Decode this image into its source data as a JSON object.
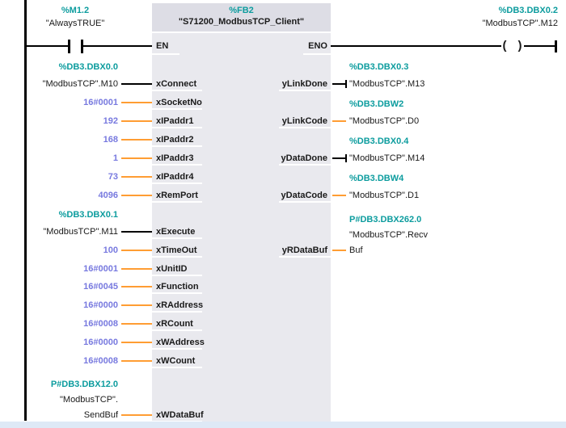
{
  "colors": {
    "address_teal": "#0C9C9E",
    "constant_blue": "#7779DF",
    "wire_orange": "#FF9D33",
    "wire_black": "#000000",
    "block_body": "#E9E9EE",
    "block_header": "#DDDDE5",
    "bottom_strip": "#DEE9F6"
  },
  "contact": {
    "address": "%M1.2",
    "name": "\"AlwaysTRUE\""
  },
  "coil": {
    "address": "%DB3.DBX0.2",
    "name": "\"ModbusTCP\".M12",
    "symbol_open": "(",
    "symbol_close": ")"
  },
  "block": {
    "address": "%FB2",
    "title": "\"S71200_ModbusTCP_Client\"",
    "en_label": "EN",
    "eno_label": "ENO",
    "inputs": [
      {
        "param": "xConnect",
        "address": "%DB3.DBX0.0",
        "operand": "\"ModbusTCP\".M10",
        "wire": "bool"
      },
      {
        "param": "xSocketNo",
        "value": "16#0001",
        "wire": "word"
      },
      {
        "param": "xIPaddr1",
        "value": "192",
        "wire": "word"
      },
      {
        "param": "xIPaddr2",
        "value": "168",
        "wire": "word"
      },
      {
        "param": "xIPaddr3",
        "value": "1",
        "wire": "word"
      },
      {
        "param": "xIPaddr4",
        "value": "73",
        "wire": "word"
      },
      {
        "param": "xRemPort",
        "value": "4096",
        "wire": "word"
      },
      {
        "param": "xExecute",
        "address": "%DB3.DBX0.1",
        "operand": "\"ModbusTCP\".M11",
        "wire": "bool"
      },
      {
        "param": "xTimeOut",
        "value": "100",
        "wire": "word"
      },
      {
        "param": "xUnitID",
        "value": "16#0001",
        "wire": "word"
      },
      {
        "param": "xFunction",
        "value": "16#0045",
        "wire": "word"
      },
      {
        "param": "xRAddress",
        "value": "16#0000",
        "wire": "word"
      },
      {
        "param": "xRCount",
        "value": "16#0008",
        "wire": "word"
      },
      {
        "param": "xWAddress",
        "value": "16#0000",
        "wire": "word"
      },
      {
        "param": "xWCount",
        "value": "16#0008",
        "wire": "word"
      },
      {
        "param": "xWDataBuf",
        "address": "P#DB3.DBX12.0",
        "operand_line1": "\"ModbusTCP\".",
        "operand_line2": "SendBuf",
        "wire": "word"
      }
    ],
    "outputs": [
      {
        "param": "yLinkDone",
        "address": "%DB3.DBX0.3",
        "operand": "\"ModbusTCP\".M13",
        "wire": "bool"
      },
      {
        "param": "yLinkCode",
        "address": "%DB3.DBW2",
        "operand": "\"ModbusTCP\".D0",
        "wire": "word"
      },
      {
        "param": "yDataDone",
        "address": "%DB3.DBX0.4",
        "operand": "\"ModbusTCP\".M14",
        "wire": "bool"
      },
      {
        "param": "yDataCode",
        "address": "%DB3.DBW4",
        "operand": "\"ModbusTCP\".D1",
        "wire": "word"
      },
      {
        "param": "yRDataBuf",
        "address": "P#DB3.DBX262.0",
        "operand_line1": "\"ModbusTCP\".Recv",
        "operand_line2": "Buf",
        "wire": "word"
      }
    ]
  }
}
